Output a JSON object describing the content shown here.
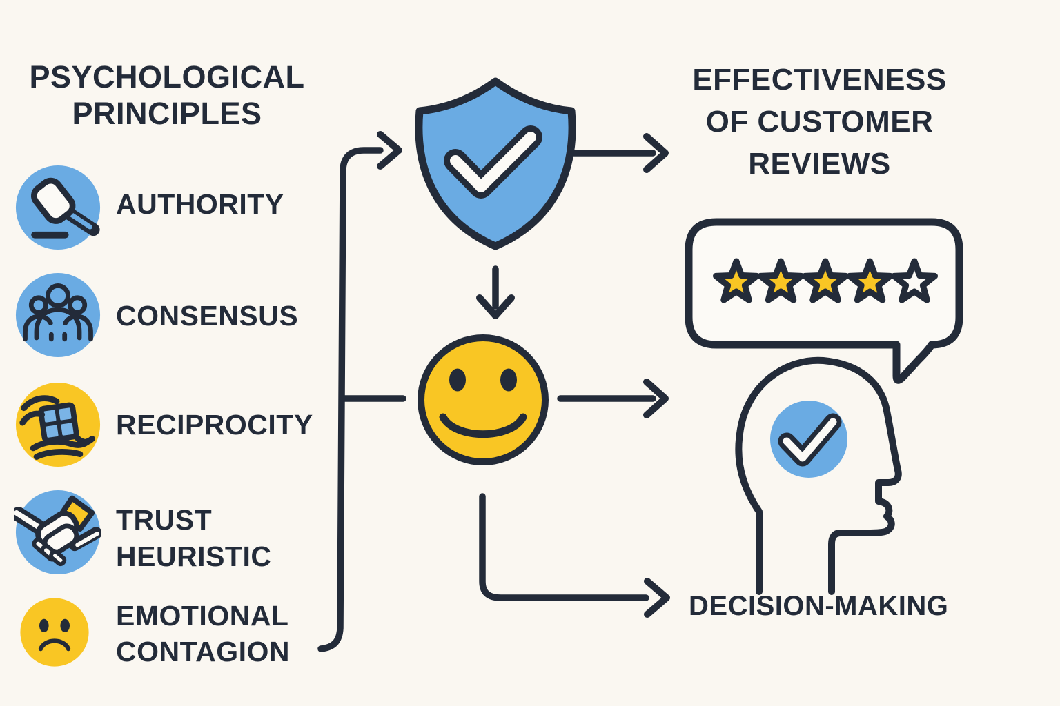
{
  "colors": {
    "background": "#faf7f1",
    "ink": "#232b39",
    "accent_blue": "#6aabe3",
    "accent_yellow": "#f9c624",
    "icon_fill_white": "#fcfaf6"
  },
  "left_panel": {
    "title": "PSYCHOLOGICAL\nPRINCIPLES",
    "principles": [
      {
        "label": "AUTHORITY",
        "icon": "gavel-icon",
        "circle_color": "#6aabe3"
      },
      {
        "label": "CONSENSUS",
        "icon": "people-group-icon",
        "circle_color": "#6aabe3"
      },
      {
        "label": "RECIPROCITY",
        "icon": "gift-in-hands-icon",
        "circle_color": "#f9c624"
      },
      {
        "label": "TRUST\nHEURISTIC",
        "icon": "handshake-icon",
        "circle_color": "#6aabe3"
      },
      {
        "label": "EMOTIONAL\nCONTAGION",
        "icon": "sad-face-icon",
        "circle_color": "#f9c624"
      }
    ]
  },
  "center_flow": {
    "nodes": [
      {
        "name": "verified-shield-check"
      },
      {
        "name": "positive-smiley-face"
      }
    ]
  },
  "right_panel": {
    "title": "EFFECTIVENESS\nOF CUSTOMER\nREVIEWS",
    "review_bubble": {
      "stars_filled": 4,
      "stars_total": 5
    },
    "outcome_label": "DECISION-MAKING"
  }
}
